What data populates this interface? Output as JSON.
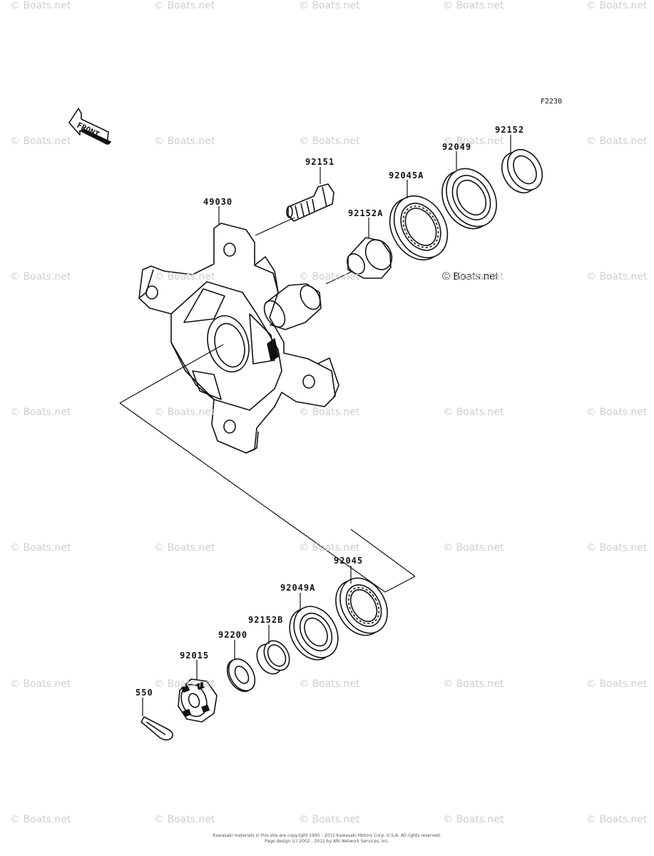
{
  "figure_code": "F2230",
  "front_label": "FRONT",
  "main_watermark": "© Boats.net",
  "watermark_text": "© Boats.net",
  "parts": [
    {
      "id": "49030"
    },
    {
      "id": "92151"
    },
    {
      "id": "92045A"
    },
    {
      "id": "92049"
    },
    {
      "id": "92152"
    },
    {
      "id": "92152A"
    },
    {
      "id": "92045"
    },
    {
      "id": "92049A"
    },
    {
      "id": "92152B"
    },
    {
      "id": "92200"
    },
    {
      "id": "92015"
    },
    {
      "id": "550"
    }
  ],
  "footer_line1": "Kawasaki materials in this site are copyright 1995 - 2011 Kawasaki Motors Corp. U.S.A. All rights reserved.",
  "footer_line2": "Page design (c) 2002 - 2011 by ARI Network Services, Inc."
}
